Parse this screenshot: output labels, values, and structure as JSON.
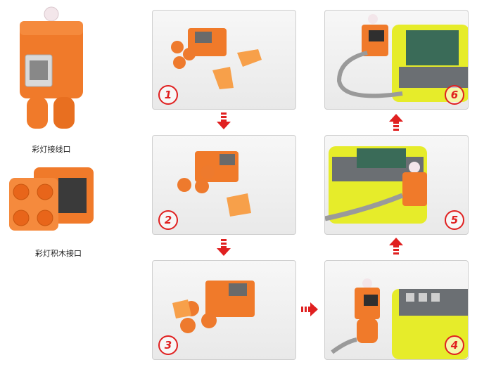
{
  "labels": {
    "light_port": "彩灯接线口",
    "light_brick_port": "彩灯积木接口"
  },
  "steps": [
    {
      "number": "1"
    },
    {
      "number": "2"
    },
    {
      "number": "3"
    },
    {
      "number": "4"
    },
    {
      "number": "5"
    },
    {
      "number": "6"
    }
  ],
  "colors": {
    "accent": "#e02020",
    "module_orange": "#f07a2a",
    "controller_yellow": "#e6ec2a",
    "controller_gray": "#6b6f73",
    "panel_bg": "#ececec"
  }
}
